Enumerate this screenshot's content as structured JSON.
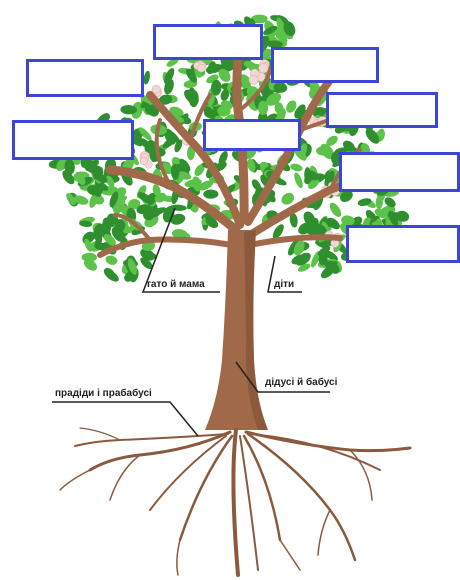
{
  "labels": {
    "parents": "тато й мама",
    "children": "діти",
    "grandparents": "дідусі й бабусі",
    "great_grandparents": "прадіди і прабабусі"
  },
  "answer_boxes": [
    {
      "value": ""
    },
    {
      "value": ""
    },
    {
      "value": ""
    },
    {
      "value": ""
    },
    {
      "value": ""
    },
    {
      "value": ""
    },
    {
      "value": ""
    },
    {
      "value": ""
    },
    {
      "value": ""
    }
  ],
  "colors": {
    "box_border": "#3b46d6",
    "trunk": "#a0694a",
    "trunk_shadow": "#7e4e33",
    "root": "#8a5a3e",
    "leaf_dark": "#2f8f2f",
    "leaf_light": "#5cc24a",
    "blossom": "#f3d6d6",
    "leader_line": "#222222"
  }
}
